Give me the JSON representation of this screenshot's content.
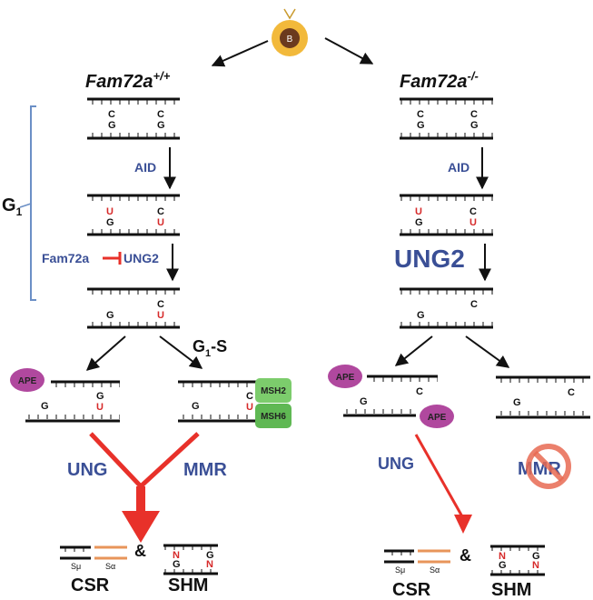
{
  "cell": {
    "label": "B"
  },
  "left": {
    "title": "Fam72a",
    "title_sup": "+/+",
    "aid": "AID",
    "fam72a": "Fam72a",
    "ung2": "UNG2",
    "g1": "G",
    "g1_sub": "1",
    "g1s": "G",
    "g1s_sub": "1",
    "g1s_tail": "-S",
    "ape": "APE",
    "msh2": "MSH2",
    "msh6": "MSH6",
    "ung": "UNG",
    "mmr": "MMR",
    "csr": "CSR",
    "shm": "SHM",
    "amp": "&",
    "smu": "Sμ",
    "salpha": "Sα"
  },
  "right": {
    "title": "Fam72a",
    "title_sup": "-/-",
    "aid": "AID",
    "ung2": "UNG2",
    "ape1": "APE",
    "ape2": "APE",
    "ung": "UNG",
    "mmr": "MMR",
    "csr": "CSR",
    "shm": "SHM",
    "amp": "&",
    "smu": "Sμ",
    "salpha": "Sα"
  },
  "bases": {
    "C": "C",
    "G": "G",
    "U": "U",
    "N": "N"
  },
  "colors": {
    "blue_text": "#3a4f96",
    "red": "#e8312a",
    "ape": "#b0489e",
    "msh": "#7ccc6c",
    "bracket": "#6b8fc6",
    "orange": "#e8955a",
    "cell_outer": "#f2b93b",
    "cell_inner": "#6b3a1e"
  }
}
